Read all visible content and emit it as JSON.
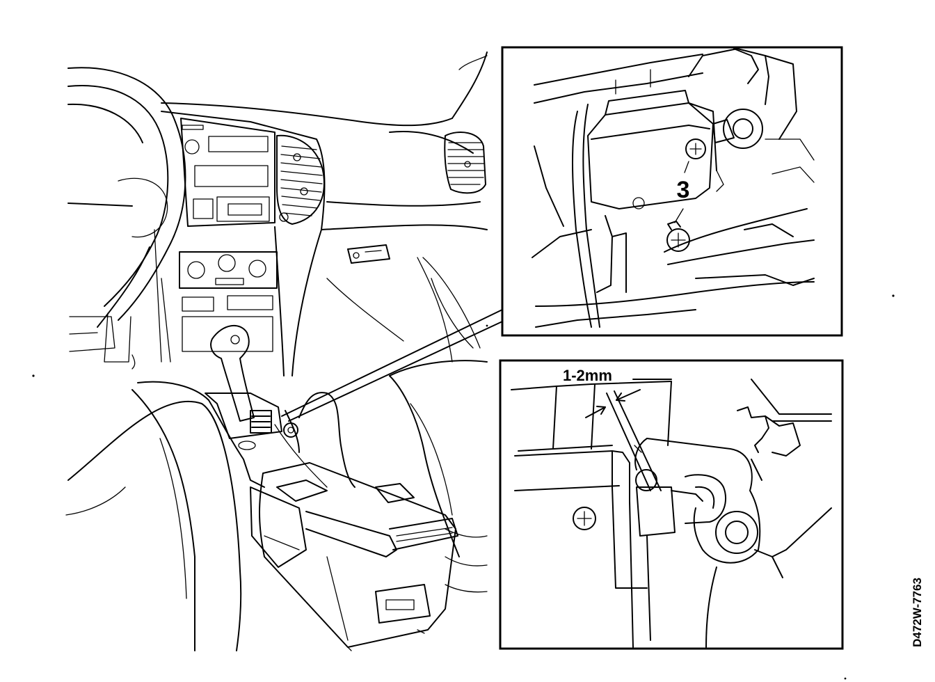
{
  "figure": {
    "callout_number": "3",
    "clearance_label": "1-2mm",
    "drawing_code": "D472W-7763"
  }
}
